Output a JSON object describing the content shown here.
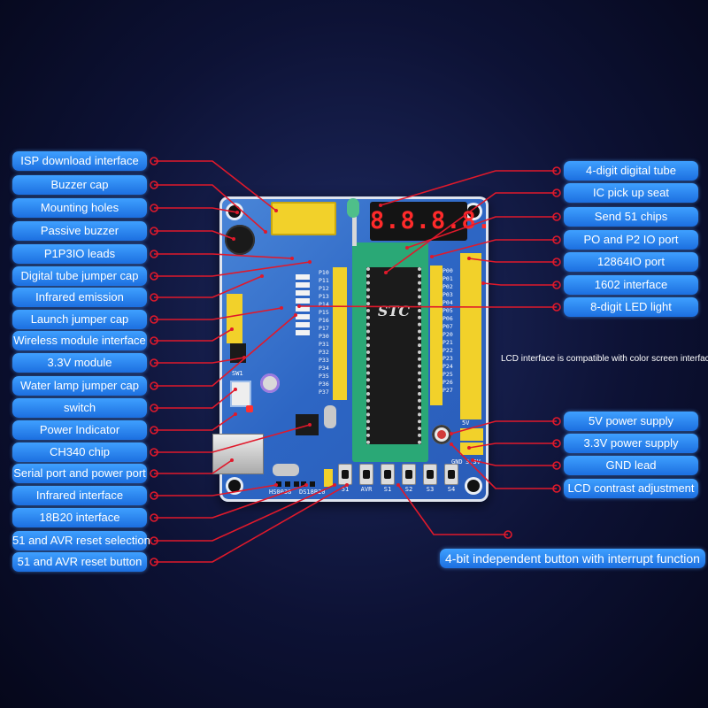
{
  "left_labels": [
    "ISP download interface",
    "Buzzer cap",
    "Mounting holes",
    "Passive buzzer",
    "P1P3IO leads",
    "Digital tube jumper cap",
    "Infrared emission",
    "Launch jumper cap",
    "Wireless module interface",
    "3.3V module",
    "Water lamp jumper cap",
    "switch",
    "Power Indicator",
    "CH340 chip",
    "Serial port and power port",
    "Infrared interface",
    "18B20 interface",
    "51 and AVR reset selection",
    "51 and AVR reset button"
  ],
  "right_labels": [
    "4-digit digital tube",
    "IC pick up seat",
    "Send 51 chips",
    "PO and P2 IO port",
    "12864IO port",
    "1602 interface",
    "8-digit LED light",
    "5V power supply",
    "3.3V power supply",
    "GND lead",
    "LCD contrast adjustment"
  ],
  "note": "LCD interface is compatible with color screen interface",
  "bottom_label": "4-bit independent button with interrupt function",
  "board": {
    "display_digits": "8.8.8.8.",
    "chip_text": "STC",
    "silk_p3": [
      "P10",
      "P11",
      "P12",
      "P13",
      "P14",
      "P15",
      "P16",
      "P17",
      "P30",
      "P31",
      "P32",
      "P33",
      "P34",
      "P35",
      "P36",
      "P37"
    ],
    "silk_p2": [
      "P00",
      "P01",
      "P02",
      "P03",
      "P04",
      "P05",
      "P06",
      "P07",
      "P20",
      "P21",
      "P22",
      "P23",
      "P24",
      "P25",
      "P26",
      "P27"
    ],
    "buttons": [
      "51",
      "AVR",
      "S1",
      "S2",
      "S3",
      "S4"
    ],
    "silk_sw": "SW1",
    "silk_ir": "HS0038",
    "silk_ds": "DS18B20",
    "silk_gnd": "GND",
    "silk_5v": "5V",
    "silk_33v": "3.3V"
  },
  "colors": {
    "label_fill": "#2a86f2",
    "leader_line": "#e0192b",
    "board": "#2d66c4",
    "header": "#f2d12a"
  }
}
